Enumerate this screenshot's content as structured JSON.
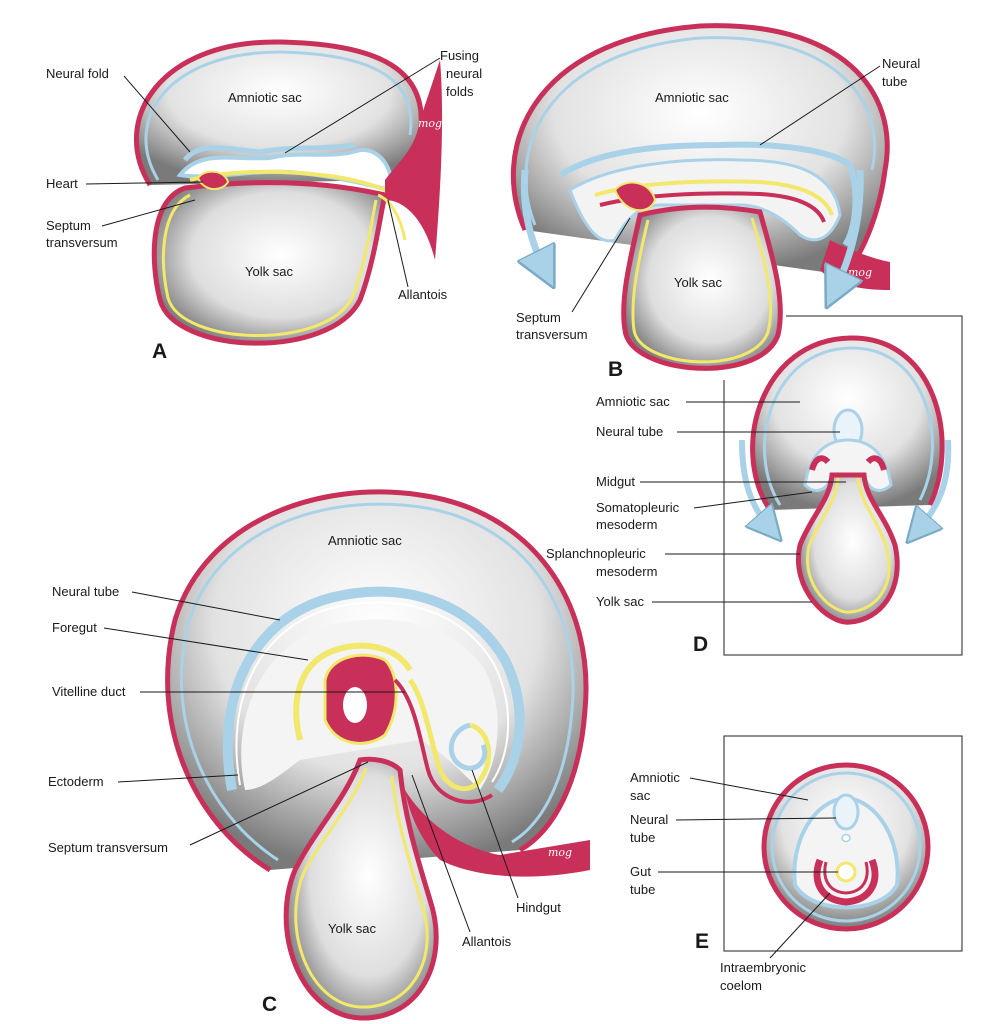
{
  "colors": {
    "ectoderm_blue": "#a9d2e8",
    "endoderm_yellow": "#f2e86b",
    "mesoderm_red": "#c8305a",
    "membrane_red": "#c8305a",
    "shadow_gray": "#6f6f6f"
  },
  "signature": "mog",
  "panels": {
    "A": {
      "letter": "A",
      "labels": {
        "neural_fold": "Neural fold",
        "fusing_neural_folds": [
          "Fusing",
          "neural",
          "folds"
        ],
        "amniotic_sac": "Amniotic sac",
        "heart": "Heart",
        "septum_transversum": [
          "Septum",
          "transversum"
        ],
        "yolk_sac": "Yolk sac",
        "allantois": "Allantois"
      }
    },
    "B": {
      "letter": "B",
      "labels": {
        "amniotic_sac": "Amniotic sac",
        "neural_tube": [
          "Neural",
          "tube"
        ],
        "yolk_sac": "Yolk sac",
        "septum_transversum": [
          "Septum",
          "transversum"
        ]
      }
    },
    "C": {
      "letter": "C",
      "labels": {
        "amniotic_sac": "Amniotic sac",
        "neural_tube": "Neural tube",
        "foregut": "Foregut",
        "vitelline_duct": "Vitelline duct",
        "ectoderm": "Ectoderm",
        "septum_transversum": "Septum transversum",
        "yolk_sac": "Yolk sac",
        "hindgut": "Hindgut",
        "allantois": "Allantois"
      }
    },
    "D": {
      "letter": "D",
      "labels": {
        "amniotic_sac": "Amniotic sac",
        "neural_tube": "Neural tube",
        "midgut": "Midgut",
        "somatopleuric_mesoderm": [
          "Somatopleuric",
          "mesoderm"
        ],
        "splanchnopleuric_mesoderm": [
          "Splanchnopleuric",
          "mesoderm"
        ],
        "yolk_sac": "Yolk sac"
      }
    },
    "E": {
      "letter": "E",
      "labels": {
        "amniotic_sac": [
          "Amniotic",
          "sac"
        ],
        "neural_tube": [
          "Neural",
          "tube"
        ],
        "gut_tube": [
          "Gut",
          "tube"
        ],
        "intraembryonic_coelom": [
          "Intraembryonic",
          "coelom"
        ]
      }
    }
  }
}
